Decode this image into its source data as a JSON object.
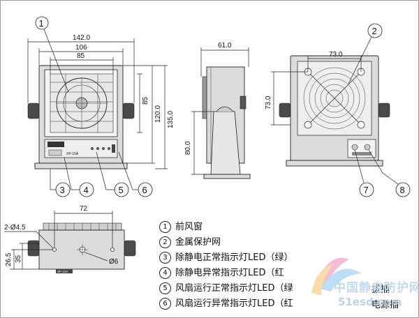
{
  "callouts": {
    "c1": "1",
    "c2": "2",
    "c3": "3",
    "c4": "4",
    "c5": "5",
    "c6": "6",
    "c7": "7",
    "c8": "8"
  },
  "front_view": {
    "width_overall": "142.0",
    "width_body": "106",
    "width_window": "85",
    "height_window": "85",
    "height_body": "120.0",
    "height_overall": "135.0",
    "model_label": "XP-15A"
  },
  "side_view": {
    "depth": "61.0",
    "foot_height": "80.0"
  },
  "rear_view": {
    "hole_spacing_w": "73.0",
    "hole_spacing_h": "73.0"
  },
  "bottom_view": {
    "hole_spacing": "72",
    "hole_spec": "2-Ø4.5",
    "center_hole": "Ø6",
    "dim_a": "26.5",
    "dim_b": "35"
  },
  "legend": {
    "items": [
      {
        "num": "1",
        "text": "前风窗"
      },
      {
        "num": "2",
        "text": "金属保护网"
      },
      {
        "num": "3",
        "text": "除静电正常指示灯LED（绿）"
      },
      {
        "num": "4",
        "text": "除静电异常指示灯LED（红"
      },
      {
        "num": "5",
        "text": "风扇运行正常指示灯LED（绿"
      },
      {
        "num": "6",
        "text": "风扇运行异常指示灯LED（红"
      }
    ],
    "extra_7": "拔插",
    "extra_8": "电源插"
  },
  "watermark": {
    "line1": "中国静电防护网",
    "line2": "51esd.com"
  }
}
